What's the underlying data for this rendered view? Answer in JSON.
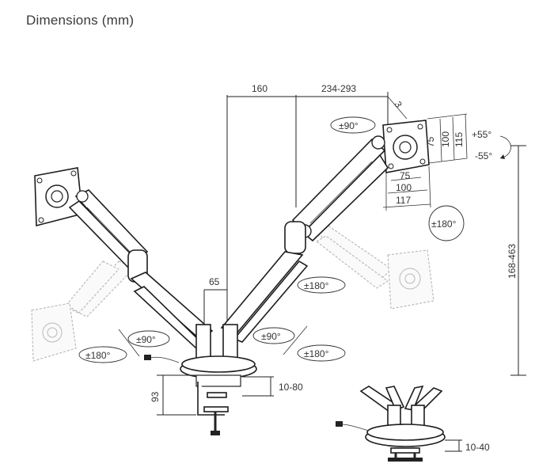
{
  "title": "Dimensions (mm)",
  "dimensions": {
    "top_left_span": "160",
    "top_right_span": "234-293",
    "plate_angle": "3",
    "plate_inner_width": "75",
    "plate_mid_width": "100",
    "plate_outer_width": "117",
    "plate_h_75": "75",
    "plate_h_100": "100",
    "plate_h_115": "115",
    "tilt_up": "+55°",
    "tilt_down": "-55°",
    "height_range": "168-463",
    "pole_offset": "65",
    "clamp_height": "93",
    "clamp_range": "10-80",
    "grommet_range": "10-40"
  },
  "rotations": {
    "top_right_swivel": "±90°",
    "right_rotate": "±180°",
    "right_mid_swivel": "±180°",
    "right_lower_swivel": "±90°",
    "right_lower_rotate": "±180°",
    "left_swivel": "±90°",
    "left_rotate": "±180°"
  }
}
